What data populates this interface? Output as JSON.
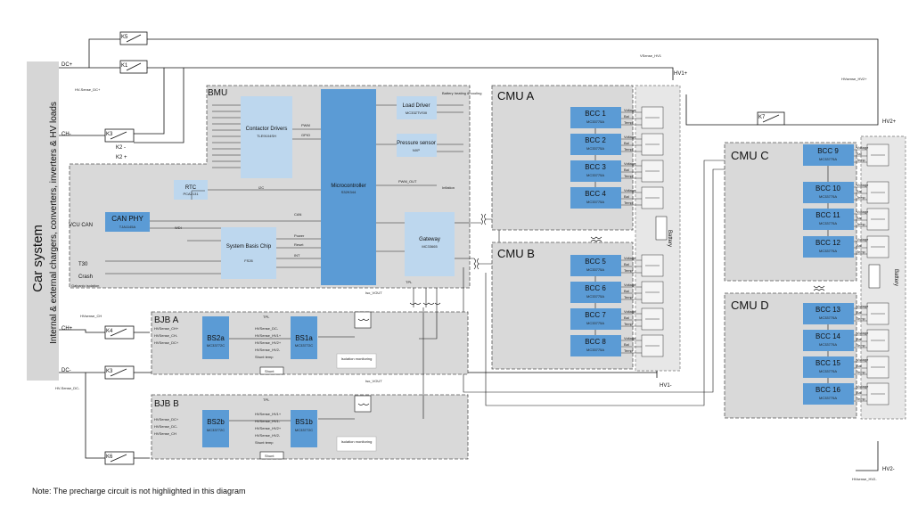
{
  "car_system": {
    "title": "Car system",
    "subtitle": "Internal & external chargers, converters, inverters & HV loads",
    "port_labels": [
      "DC+",
      "CH-",
      "CH+",
      "DC-"
    ],
    "ports_small": [
      "HV-Sense_DC+",
      "HV-Sense_DC-",
      "HVsense_CH"
    ]
  },
  "relays": [
    "K5",
    "K1",
    "K3",
    "K2 -",
    "K2 +",
    "K4",
    "K6",
    "K7"
  ],
  "hv_labels": {
    "hv1_plus": "HV1+",
    "hv1_minus": "HV1-",
    "hv2_plus": "HV2+",
    "hv2_minus": "HV2-",
    "sense_hv1": "VSense_HV1",
    "sense_hv2_top": "HVsense_HV2+",
    "sense_hv2_bot": "HVsense_HV2-"
  },
  "bmu": {
    "title": "BMU",
    "microcontroller": {
      "name": "Microcontroller",
      "part": "S32K344"
    },
    "contactor": {
      "name": "Contactor Drivers",
      "part": "TLE9104SH"
    },
    "load_driver": {
      "name": "Load Driver",
      "part": "MC33ZTVSIII"
    },
    "pressure": {
      "name": "Pressure sensor",
      "part": "NXP"
    },
    "rtc": {
      "name": "RTC",
      "part": "PCA2131"
    },
    "can_phy": {
      "name": "CAN PHY",
      "part": "TJA1145A"
    },
    "sbc": {
      "name": "System Basis Chip",
      "part": "FS26"
    },
    "gateway": {
      "name": "Gateway",
      "part": "MC33665"
    },
    "outputs": [
      "Battery heating & cooling"
    ],
    "labels": [
      "VCU CAN",
      "T30",
      "Crash",
      "Galvanic isolation",
      "Inflation",
      "PWM_OUT",
      "SPI",
      "I2C",
      "CAN",
      "Reset",
      "Power",
      "INT",
      "TPL",
      "WDI",
      "PWM",
      "GPIO"
    ]
  },
  "cmus": [
    {
      "name": "CMU A",
      "bccs": [
        {
          "label": "BCC 1",
          "part": "MC33775A"
        },
        {
          "label": "BCC 2",
          "part": "MC33775A"
        },
        {
          "label": "BCC 3",
          "part": "MC33775A"
        },
        {
          "label": "BCC 4",
          "part": "MC33775A"
        }
      ]
    },
    {
      "name": "CMU B",
      "bccs": [
        {
          "label": "BCC 5",
          "part": "MC33775A"
        },
        {
          "label": "BCC 6",
          "part": "MC33775A"
        },
        {
          "label": "BCC 7",
          "part": "MC33775A"
        },
        {
          "label": "BCC 8",
          "part": "MC33775A"
        }
      ]
    },
    {
      "name": "CMU C",
      "bccs": [
        {
          "label": "BCC 9",
          "part": "MC33775A"
        },
        {
          "label": "BCC 10",
          "part": "MC33775A"
        },
        {
          "label": "BCC 11",
          "part": "MC33775A"
        },
        {
          "label": "BCC 12",
          "part": "MC33775A"
        }
      ]
    },
    {
      "name": "CMU D",
      "bccs": [
        {
          "label": "BCC 13",
          "part": "MC33775A"
        },
        {
          "label": "BCC 14",
          "part": "MC33775A"
        },
        {
          "label": "BCC 15",
          "part": "MC33775A"
        },
        {
          "label": "BCC 16",
          "part": "MC33775A"
        }
      ]
    }
  ],
  "cell_signals": [
    "Voltage",
    "Bal",
    "Temp"
  ],
  "battery_label": "Battery",
  "bjb": [
    {
      "name": "BJB A",
      "bs_left": {
        "name": "BS2a",
        "part": "MC33772C"
      },
      "bs_right": {
        "name": "BS1a",
        "part": "MC33772C"
      },
      "shunt": "Shunt",
      "iso": "Isolation monitoring",
      "left_inputs": [
        "HVSense_CH+",
        "HVSense_CH-",
        "HVSense_DC+"
      ],
      "right_inputs": [
        "HVSense_DC-",
        "HVSense_HV1+",
        "HVSense_HV2+",
        "HVSense_HV2-"
      ],
      "extra": "Shunt temp"
    },
    {
      "name": "BJB B",
      "bs_left": {
        "name": "BS2b",
        "part": "MC33772C"
      },
      "bs_right": {
        "name": "BS1b",
        "part": "MC33772C"
      },
      "shunt": "Shunt",
      "iso": "Isolation monitoring",
      "left_inputs": [
        "HVSense_DC+",
        "HVSense_DC-",
        "HVSense_CH"
      ],
      "right_inputs": [
        "HVSense_HV1+",
        "HVSense_HV1-",
        "HVSense_HV2+",
        "HVSense_HV2-"
      ],
      "extra": "Shunt temp"
    }
  ],
  "misc_labels": {
    "tpl": "TPL",
    "gpio": "GPIO",
    "iso_vout": "Iso_VOUT",
    "spi": "SPI",
    "shunt_l": "Shunt_L"
  },
  "note": "Note: The precharge circuit is not highlighted in this diagram"
}
